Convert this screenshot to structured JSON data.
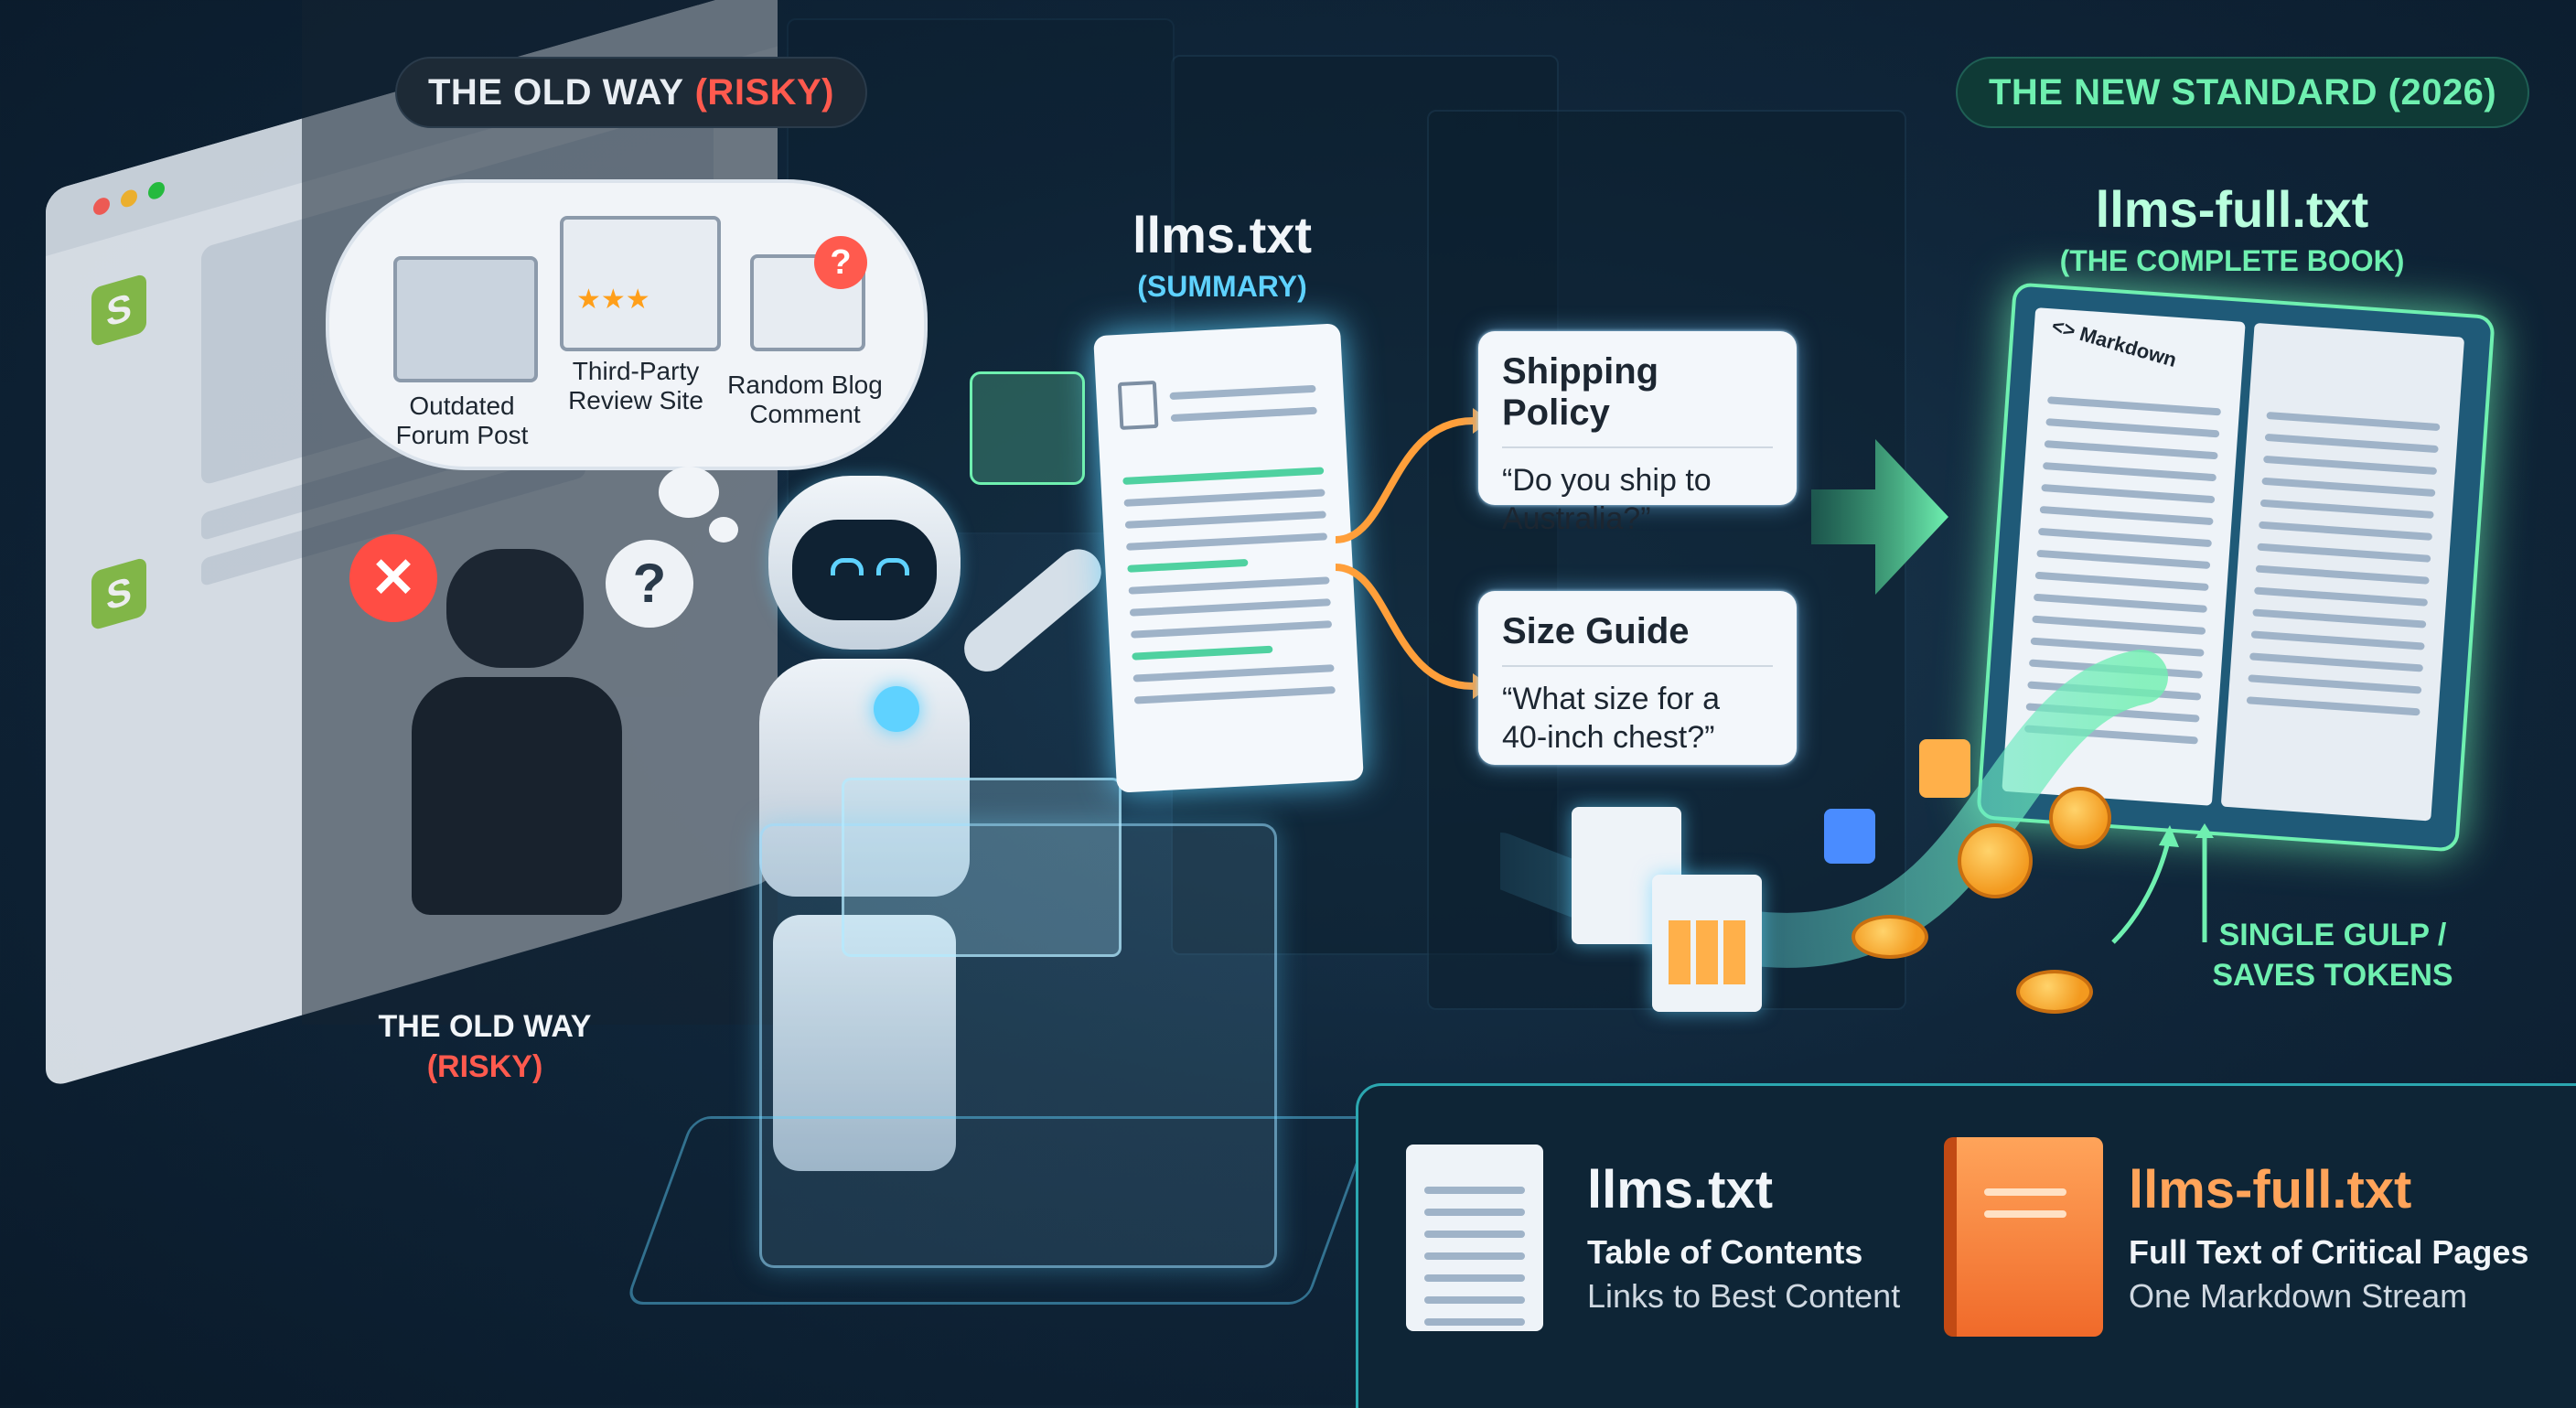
{
  "old_way_badge": {
    "prefix": "THE OLD WAY",
    "risky": "(RISKY)"
  },
  "new_standard_badge": "THE NEW STANDARD (2026)",
  "thought_bubble": {
    "items": [
      {
        "label_line1": "Outdated",
        "label_line2": "Forum Post"
      },
      {
        "label_line1": "Third-Party",
        "label_line2": "Review Site"
      },
      {
        "label_line1": "Random Blog",
        "label_line2": "Comment"
      }
    ]
  },
  "old_way_floor_label": {
    "line1": "THE OLD WAY",
    "line2": "(RISKY)"
  },
  "llms_txt": {
    "title": "llms.txt",
    "subtitle": "(SUMMARY)"
  },
  "cards": [
    {
      "title": "Shipping Policy",
      "body": "“Do you ship to Australia?”"
    },
    {
      "title": "Size Guide",
      "body": "“What size for a 40-inch chest?”"
    }
  ],
  "llms_full": {
    "title": "llms-full.txt",
    "subtitle": "(THE COMPLETE BOOK)",
    "year": "2026",
    "page_tag": "<> Markdown"
  },
  "single_gulp": {
    "line1": "SINGLE GULP /",
    "line2": "SAVES TOKENS"
  },
  "legend": {
    "left": {
      "title": "llms.txt",
      "line1": "Table of Contents",
      "line2": "Links to Best Content"
    },
    "right": {
      "title": "llms-full.txt",
      "line1": "Full Text of Critical Pages",
      "line2": "One Markdown Stream"
    }
  },
  "colors": {
    "red": "#ff5a4e",
    "green": "#6ff0b0",
    "cyan": "#5fd2ff",
    "orange": "#ff9f3a",
    "panel": "#0e2536"
  },
  "icons": [
    "shopify-bag-icon",
    "chat-bubbles-icon",
    "star-rating-icon",
    "question-icon",
    "x-icon",
    "document-icon",
    "book-icon",
    "coin-icon",
    "arrow-right-icon",
    "arrow-up-icon"
  ]
}
